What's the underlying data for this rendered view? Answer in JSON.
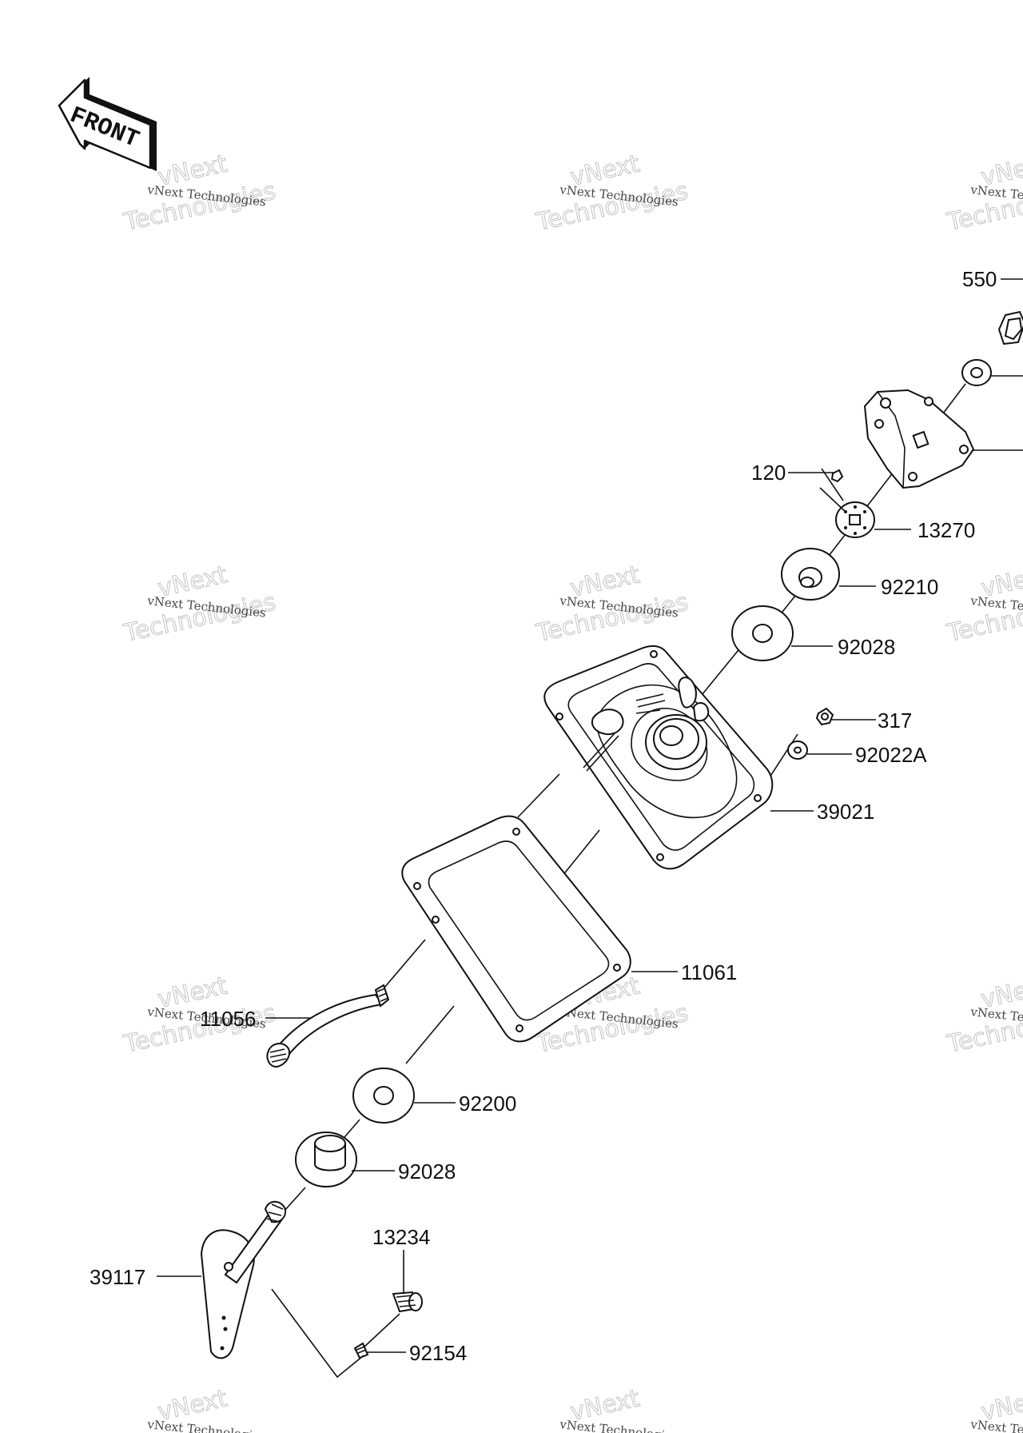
{
  "badge": {
    "text": "FRONT"
  },
  "watermark": {
    "line1": "vNext Technologies",
    "line2": "Technologies",
    "line3": "vNext"
  },
  "callouts": [
    {
      "id": "550",
      "label": "550"
    },
    {
      "id": "120",
      "label": "120"
    },
    {
      "id": "13270",
      "label": "13270"
    },
    {
      "id": "92210",
      "label": "92210"
    },
    {
      "id": "92028a",
      "label": "92028"
    },
    {
      "id": "317",
      "label": "317"
    },
    {
      "id": "92022A",
      "label": "92022A"
    },
    {
      "id": "39021",
      "label": "39021"
    },
    {
      "id": "11061",
      "label": "11061"
    },
    {
      "id": "11056",
      "label": "11056"
    },
    {
      "id": "92200",
      "label": "92200"
    },
    {
      "id": "92028b",
      "label": "92028"
    },
    {
      "id": "13234",
      "label": "13234"
    },
    {
      "id": "39117",
      "label": "39117"
    },
    {
      "id": "92154",
      "label": "92154"
    }
  ]
}
